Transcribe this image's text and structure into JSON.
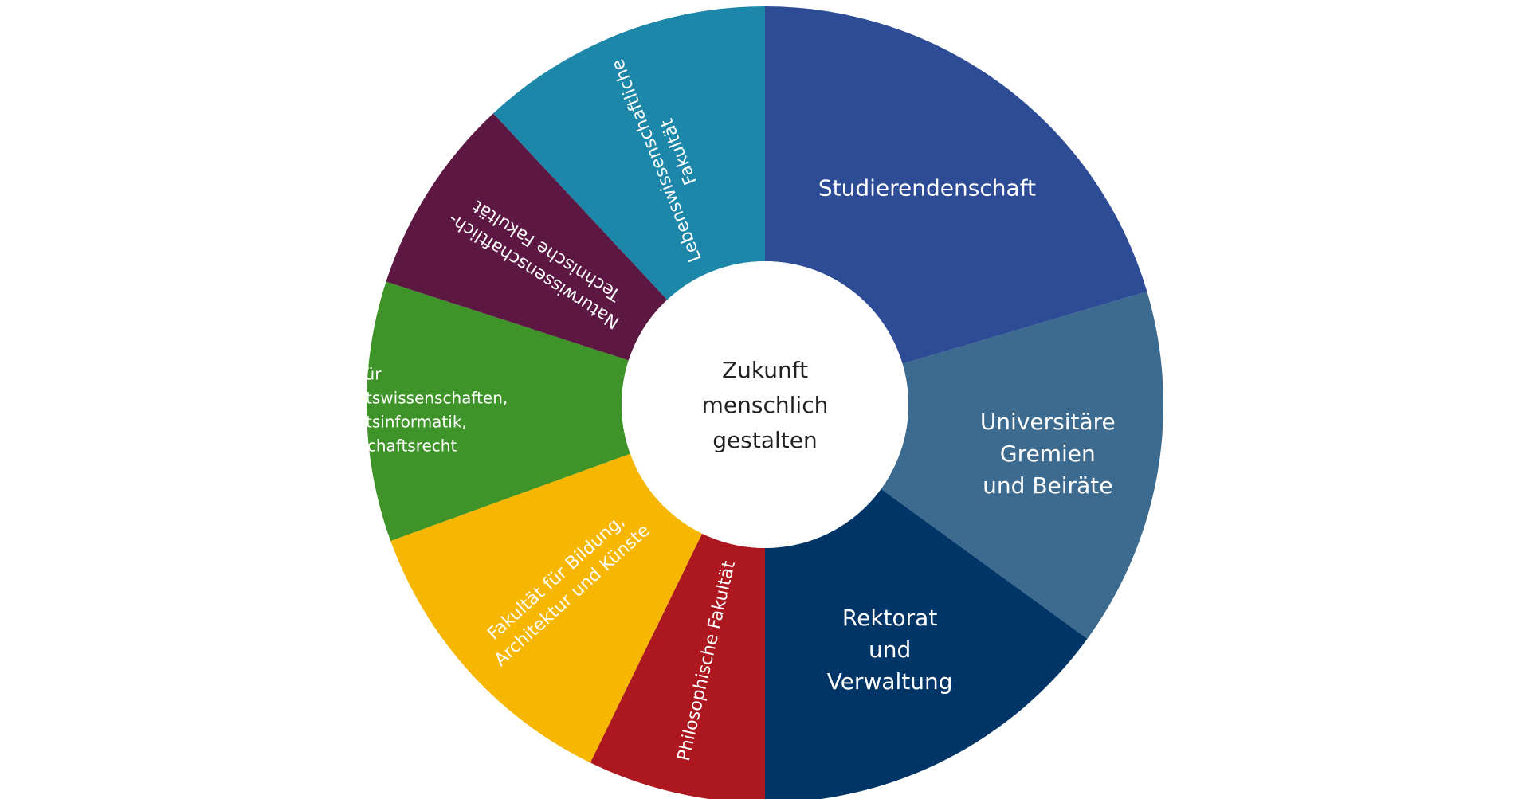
{
  "center": {
    "lines": [
      "Zukunft",
      "menschlich",
      "gestalten"
    ],
    "fill": "#ffffff",
    "text_color": "#222222"
  },
  "segments": [
    {
      "id": "studierendenschaft",
      "lines": [
        "Studierendenschaft"
      ],
      "color": "#2E4C96"
    },
    {
      "id": "universitaere-gremien",
      "lines": [
        "Universitäre",
        "Gremien",
        "und Beiräte"
      ],
      "color": "#3D6A8F"
    },
    {
      "id": "rektorat-verwaltung",
      "lines": [
        "Rektorat",
        "und",
        "Verwaltung"
      ],
      "color": "#003567"
    },
    {
      "id": "philosophische-fakultaet",
      "lines": [
        "Philosophische Fakultät"
      ],
      "color": "#AD1820"
    },
    {
      "id": "fakultaet-bildung",
      "lines": [
        "Fakultät für Bildung,",
        "Architektur und Künste"
      ],
      "color": "#F7B600"
    },
    {
      "id": "fakultaet-wirtschaft",
      "lines": [
        "Fakultät für",
        "Wirtschaftswissenschaften,",
        "Wirtschaftsinformatik,",
        "und Wirtschaftsrecht"
      ],
      "color": "#3E9329"
    },
    {
      "id": "naturwissenschaftlich-technische",
      "lines": [
        "Naturwissenschaftlich-",
        "Technische Fakultät"
      ],
      "color": "#5C1742"
    },
    {
      "id": "lebenswissenschaftliche",
      "lines": [
        "Lebenswissenschaftliche",
        "Fakultät"
      ],
      "color": "#1C87A9"
    }
  ]
}
